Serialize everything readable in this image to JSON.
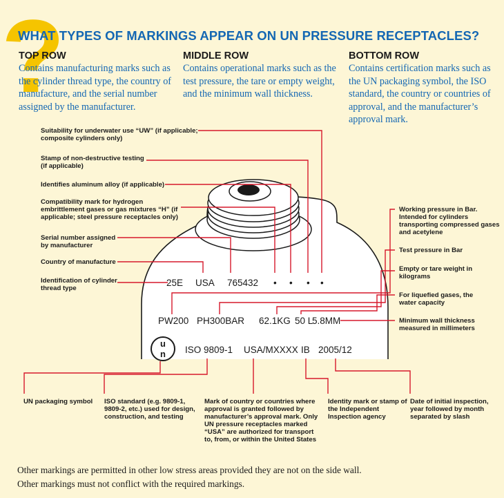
{
  "title": "WHAT TYPES OF MARKINGS APPEAR ON UN PRESSURE RECEPTACLES?",
  "columns": {
    "top": {
      "heading": "TOP ROW",
      "text": "Contains manufacturing marks such as the cylinder thread type, the country of manufacture, and the serial number assigned by the manufacturer."
    },
    "middle": {
      "heading": "MIDDLE ROW",
      "text": "Contains operational marks such as the test pressure, the tare or empty weight, and the minimum wall thickness."
    },
    "bottom": {
      "heading": "BOTTOM ROW",
      "text": "Contains certification marks such as the UN packaging symbol, the ISO standard, the country or countries of approval, and the manufacturer’s approval mark."
    }
  },
  "cylinder_marks": {
    "top_row": [
      "25E",
      "USA",
      "765432",
      "•",
      "•",
      "•",
      "•"
    ],
    "middle_row": [
      "PW200",
      "PH300BAR",
      "62.1KG",
      "50 L",
      "5.8MM"
    ],
    "bottom_row": [
      "ISO 9809-1",
      "USA/MXXXX",
      "IB",
      "2005/12"
    ],
    "un_symbol": "un"
  },
  "left_labels": [
    "Suitability for underwater use “UW” (if applicable; composite cylinders only)",
    "Stamp of non-destructive testing (if applicable)",
    "Identifies aluminum alloy (if applicable)",
    "Compatibility mark for hydrogen embrittlement gases or gas mixtures “H” (if applicable; steel pressure receptacles only)",
    "Serial number assigned by manufacturer",
    "Country of manufacture",
    "Identification of cylinder thread type"
  ],
  "right_labels": [
    "Working pressure in Bar. Intended for cylinders transporting compressed gases and acetylene",
    "Test pressure in Bar",
    "Empty or tare weight in kilograms",
    "For liquefied gases, the water capacity",
    "Minimum wall thickness measured in millimeters"
  ],
  "bottom_labels": [
    "UN packaging symbol",
    "ISO standard (e.g. 9809-1, 9809-2, etc.) used for design, construction, and testing",
    "Mark of country or countries where approval is granted followed by manufacturer’s approval mark. Only UN pressure receptacles marked “USA” are authorized for transport to, from, or within the United States",
    "Identity mark or stamp of the Independent Inspection agency",
    "Date of initial inspection, year followed by month separated by slash"
  ],
  "footer": [
    "Other markings are permitted in other low stress areas provided they are not on the side wall.",
    "Other markings must not conflict with the required markings."
  ],
  "colors": {
    "title": "#1467b3",
    "accent_question": "#f5c400",
    "leader": "#d6182b",
    "background": "#fdf6d6"
  }
}
